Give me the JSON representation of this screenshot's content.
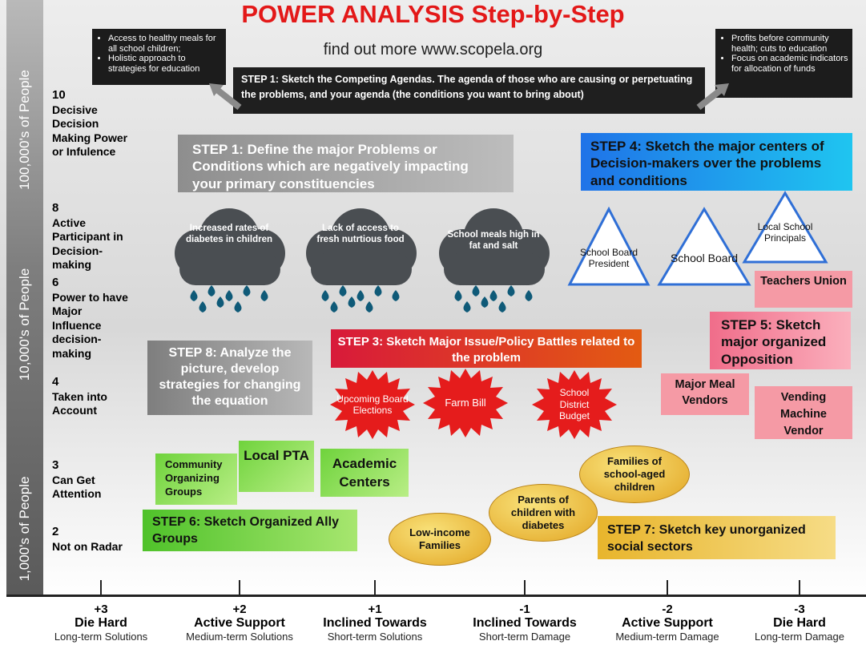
{
  "title": "POWER ANALYSIS Step-by-Step",
  "subtitle": "find out more www.scopela.org",
  "sidebar": {
    "labels": [
      "100,000's of People",
      "10,000's of People",
      "1,000's of People"
    ]
  },
  "y_levels": [
    {
      "num": "10",
      "label": "Decisive Decision Making Power or Infulence"
    },
    {
      "num": "8",
      "label": "Active Participant in Decision-making"
    },
    {
      "num": "6",
      "label": "Power to have Major Influence decision-making"
    },
    {
      "num": "4",
      "label": "Taken into Account"
    },
    {
      "num": "3",
      "label": "Can Get Attention"
    },
    {
      "num": "2",
      "label": "Not on Radar"
    }
  ],
  "x_axis": [
    {
      "num": "+3",
      "main": "Die Hard",
      "sub": "Long-term Solutions"
    },
    {
      "num": "+2",
      "main": "Active Support",
      "sub": "Medium-term Solutions"
    },
    {
      "num": "+1",
      "main": "Inclined Towards",
      "sub": "Short-term Solutions"
    },
    {
      "num": "-1",
      "main": "Inclined Towards",
      "sub": "Short-term Damage"
    },
    {
      "num": "-2",
      "main": "Active Support",
      "sub": "Medium-term Damage"
    },
    {
      "num": "-3",
      "main": "Die Hard",
      "sub": "Long-term Damage"
    }
  ],
  "agenda_left": [
    "Access to healthy meals for all school children;",
    "Holistic approach to strategies for education"
  ],
  "agenda_right": [
    "Profits before community health; cuts to education",
    "Focus on academic indicators for allocation of funds"
  ],
  "steps": {
    "step1_agendas": "STEP 1: Sketch the Competing Agendas. The agenda of those who are causing or perpetuating the problems, and your agenda (the conditions you want to bring about)",
    "step1_problems": "STEP 1: Define the major Problems or Conditions which are negatively impacting your primary constituencies",
    "step4": "STEP 4: Sketch the major centers of Decision-makers over the problems and conditions",
    "step3": "STEP 3: Sketch Major Issue/Policy Battles related to the problem",
    "step8": "STEP 8: Analyze the picture, develop strategies for changing the equation",
    "step5": "STEP 5: Sketch major organized Opposition",
    "step6": "STEP 6: Sketch Organized Ally Groups",
    "step7": "STEP 7: Sketch key unorganized social sectors"
  },
  "problems": [
    "Increased rates of diabetes in children",
    "Lack of access to fresh nutrtious food",
    "School meals high in fat and salt"
  ],
  "decision_makers": [
    "School Board President",
    "School Board",
    "Local School Principals"
  ],
  "battles": [
    "Upcoming Board Elections",
    "Farm Bill",
    "School District Budget"
  ],
  "opposition": [
    "Teachers Union",
    "Major Meal Vendors",
    "Vending Machine Vendor"
  ],
  "allies": [
    "Community Organizing Groups",
    "Local PTA",
    "Academic Centers"
  ],
  "unorganized": [
    "Low-income Families",
    "Parents of children with diabetes",
    "Families of school-aged children"
  ],
  "colors": {
    "title": "#e31818",
    "drops": "#0f5a78",
    "cloud": "#4a4e52",
    "burst": "#e51c1c",
    "triangle": "#2f6fd6"
  }
}
